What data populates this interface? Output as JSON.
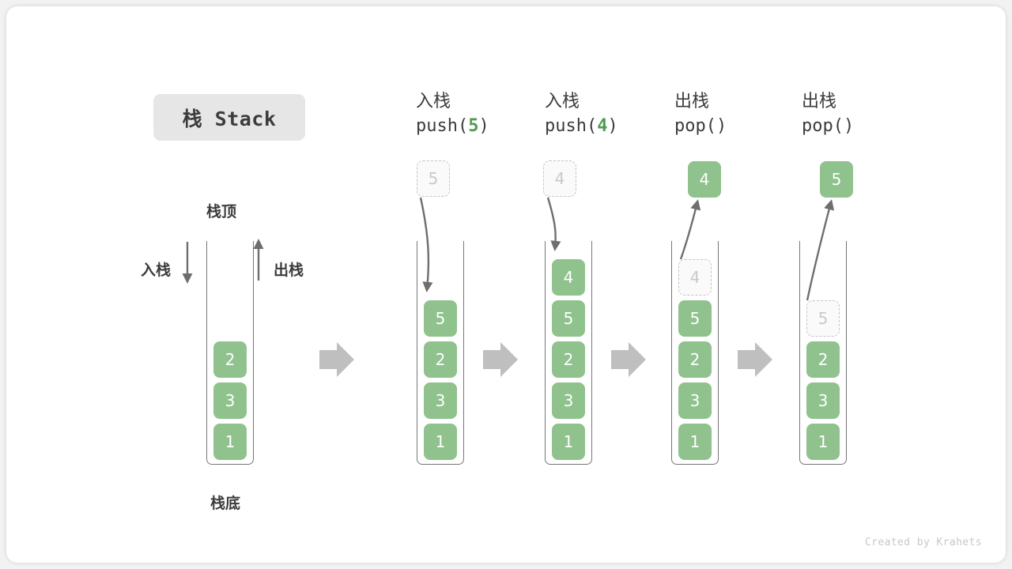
{
  "figure": {
    "title": "栈 Stack",
    "credit": "Created by Krahets",
    "colors": {
      "element_green": "#8fc28d",
      "accent_green": "#4f9a55",
      "ghost_border": "#c4c4c4",
      "ghost_text": "#c9c9c9",
      "tube_border": "#777777",
      "arrow_gray": "#6e6e6e",
      "block_arrow_gray": "#bfbfbf",
      "chip_bg": "#e6e6e6",
      "text_dark": "#3c3c3c",
      "card_bg": "#ffffff",
      "page_bg": "#f2f2f2"
    }
  },
  "annotations": {
    "top_label": "栈顶",
    "bottom_label": "栈底",
    "push_label": "入栈",
    "pop_label": "出栈"
  },
  "columns": [
    {
      "id": "initial",
      "head_line1": "",
      "head_line2": "",
      "head_arg": "",
      "stack": [
        "2",
        "3",
        "1"
      ],
      "floating": null,
      "ghost_in_stack": null,
      "ghost_above": null
    },
    {
      "id": "push-5",
      "head_line1": "入栈",
      "head_line2_prefix": "push(",
      "head_arg": "5",
      "head_line2_suffix": ")",
      "stack": [
        "5",
        "2",
        "3",
        "1"
      ],
      "ghost_above": "5",
      "arrow_direction": "down"
    },
    {
      "id": "push-4",
      "head_line1": "入栈",
      "head_line2_prefix": "push(",
      "head_arg": "4",
      "head_line2_suffix": ")",
      "stack": [
        "4",
        "5",
        "2",
        "3",
        "1"
      ],
      "ghost_above": "4",
      "arrow_direction": "down"
    },
    {
      "id": "pop-1",
      "head_line1": "出栈",
      "head_line2_prefix": "pop(",
      "head_arg": "",
      "head_line2_suffix": ")",
      "stack": [
        "5",
        "2",
        "3",
        "1"
      ],
      "ghost_in_stack": "4",
      "floating": "4",
      "arrow_direction": "up"
    },
    {
      "id": "pop-2",
      "head_line1": "出栈",
      "head_line2_prefix": "pop(",
      "head_arg": "",
      "head_line2_suffix": ")",
      "stack": [
        "2",
        "3",
        "1"
      ],
      "ghost_in_stack": "5",
      "floating": "5",
      "arrow_direction": "up"
    }
  ],
  "labels": {
    "c1_head1": "入栈",
    "c1_head2_pre": "push(",
    "c1_head2_arg": "5",
    "c1_head2_post": ")",
    "c2_head1": "入栈",
    "c2_head2_pre": "push(",
    "c2_head2_arg": "4",
    "c2_head2_post": ")",
    "c3_head1": "出栈",
    "c3_head2_pre": "pop(",
    "c3_head2_post": ")",
    "c4_head1": "出栈",
    "c4_head2_pre": "pop(",
    "c4_head2_post": ")"
  },
  "values": {
    "s0_i0": "2",
    "s0_i1": "3",
    "s0_i2": "1",
    "s1_i0": "5",
    "s1_i1": "2",
    "s1_i2": "3",
    "s1_i3": "1",
    "s1_ghost": "5",
    "s2_i0": "4",
    "s2_i1": "5",
    "s2_i2": "2",
    "s2_i3": "3",
    "s2_i4": "1",
    "s2_ghost": "4",
    "s3_float": "4",
    "s3_ghost": "4",
    "s3_i0": "5",
    "s3_i1": "2",
    "s3_i2": "3",
    "s3_i3": "1",
    "s4_float": "5",
    "s4_ghost": "5",
    "s4_i0": "2",
    "s4_i1": "3",
    "s4_i2": "1"
  }
}
